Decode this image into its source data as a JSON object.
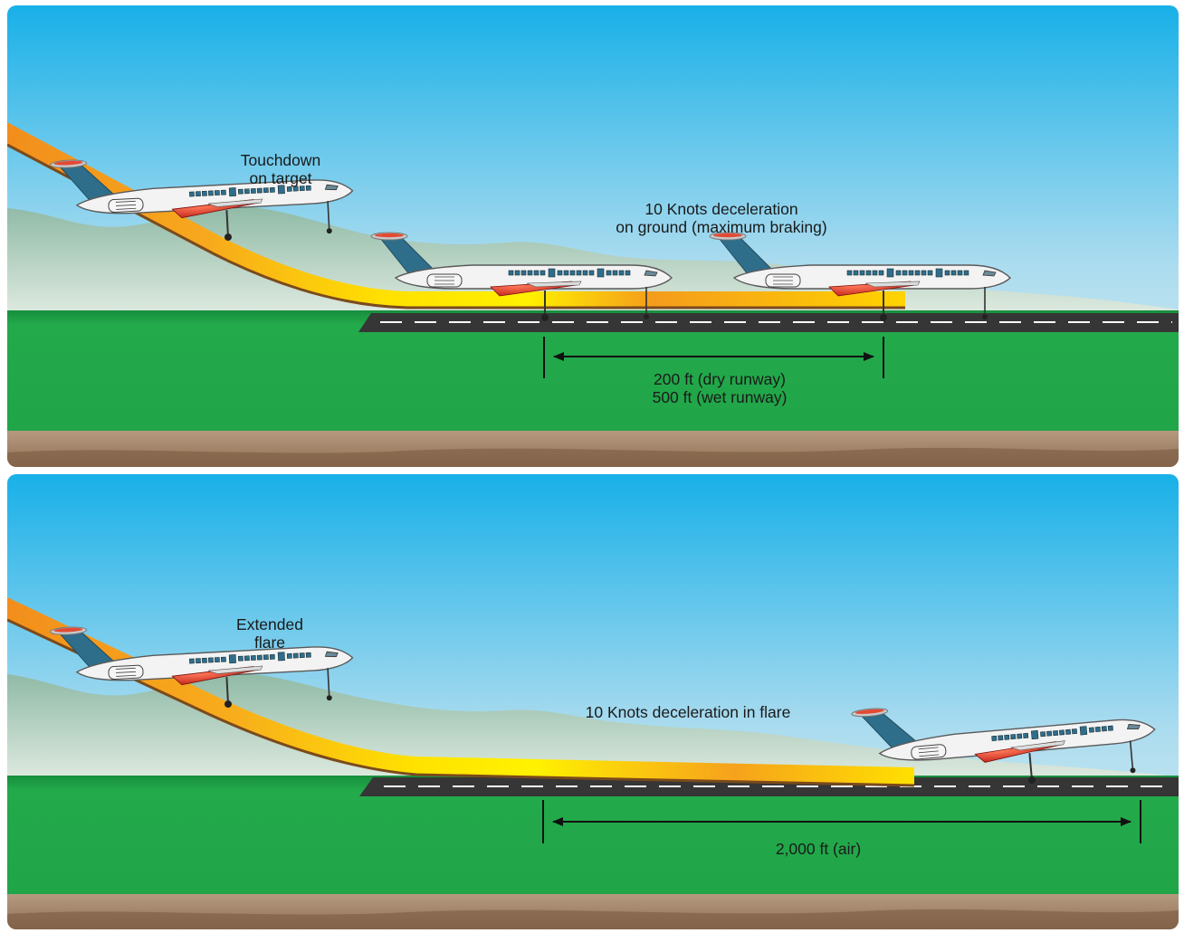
{
  "top_panel": {
    "touchdown_label": [
      "Touchdown",
      "on target"
    ],
    "deceleration_label": [
      "10 Knots deceleration",
      "on ground (maximum braking)"
    ],
    "distance_label": [
      "200 ft (dry runway)",
      "500 ft (wet runway)"
    ]
  },
  "bottom_panel": {
    "flare_label": [
      "Extended",
      "flare"
    ],
    "deceleration_label": "10 Knots deceleration in flare",
    "distance_label": "2,000 ft (air)"
  },
  "colors": {
    "sky_top": "#18b0e8",
    "sky_bottom": "#e3f1ee",
    "mountain": "#9ec3b2",
    "grass": "#22a94a",
    "runway": "#3a3a3a",
    "soil": "#a98a6f",
    "flight_path_orange": "#f39a1e",
    "flight_path_yellow": "#ffe000",
    "fuselage": "#f2f2f2",
    "tail": "#2f6e8a",
    "accent_red": "#d42a1e"
  }
}
